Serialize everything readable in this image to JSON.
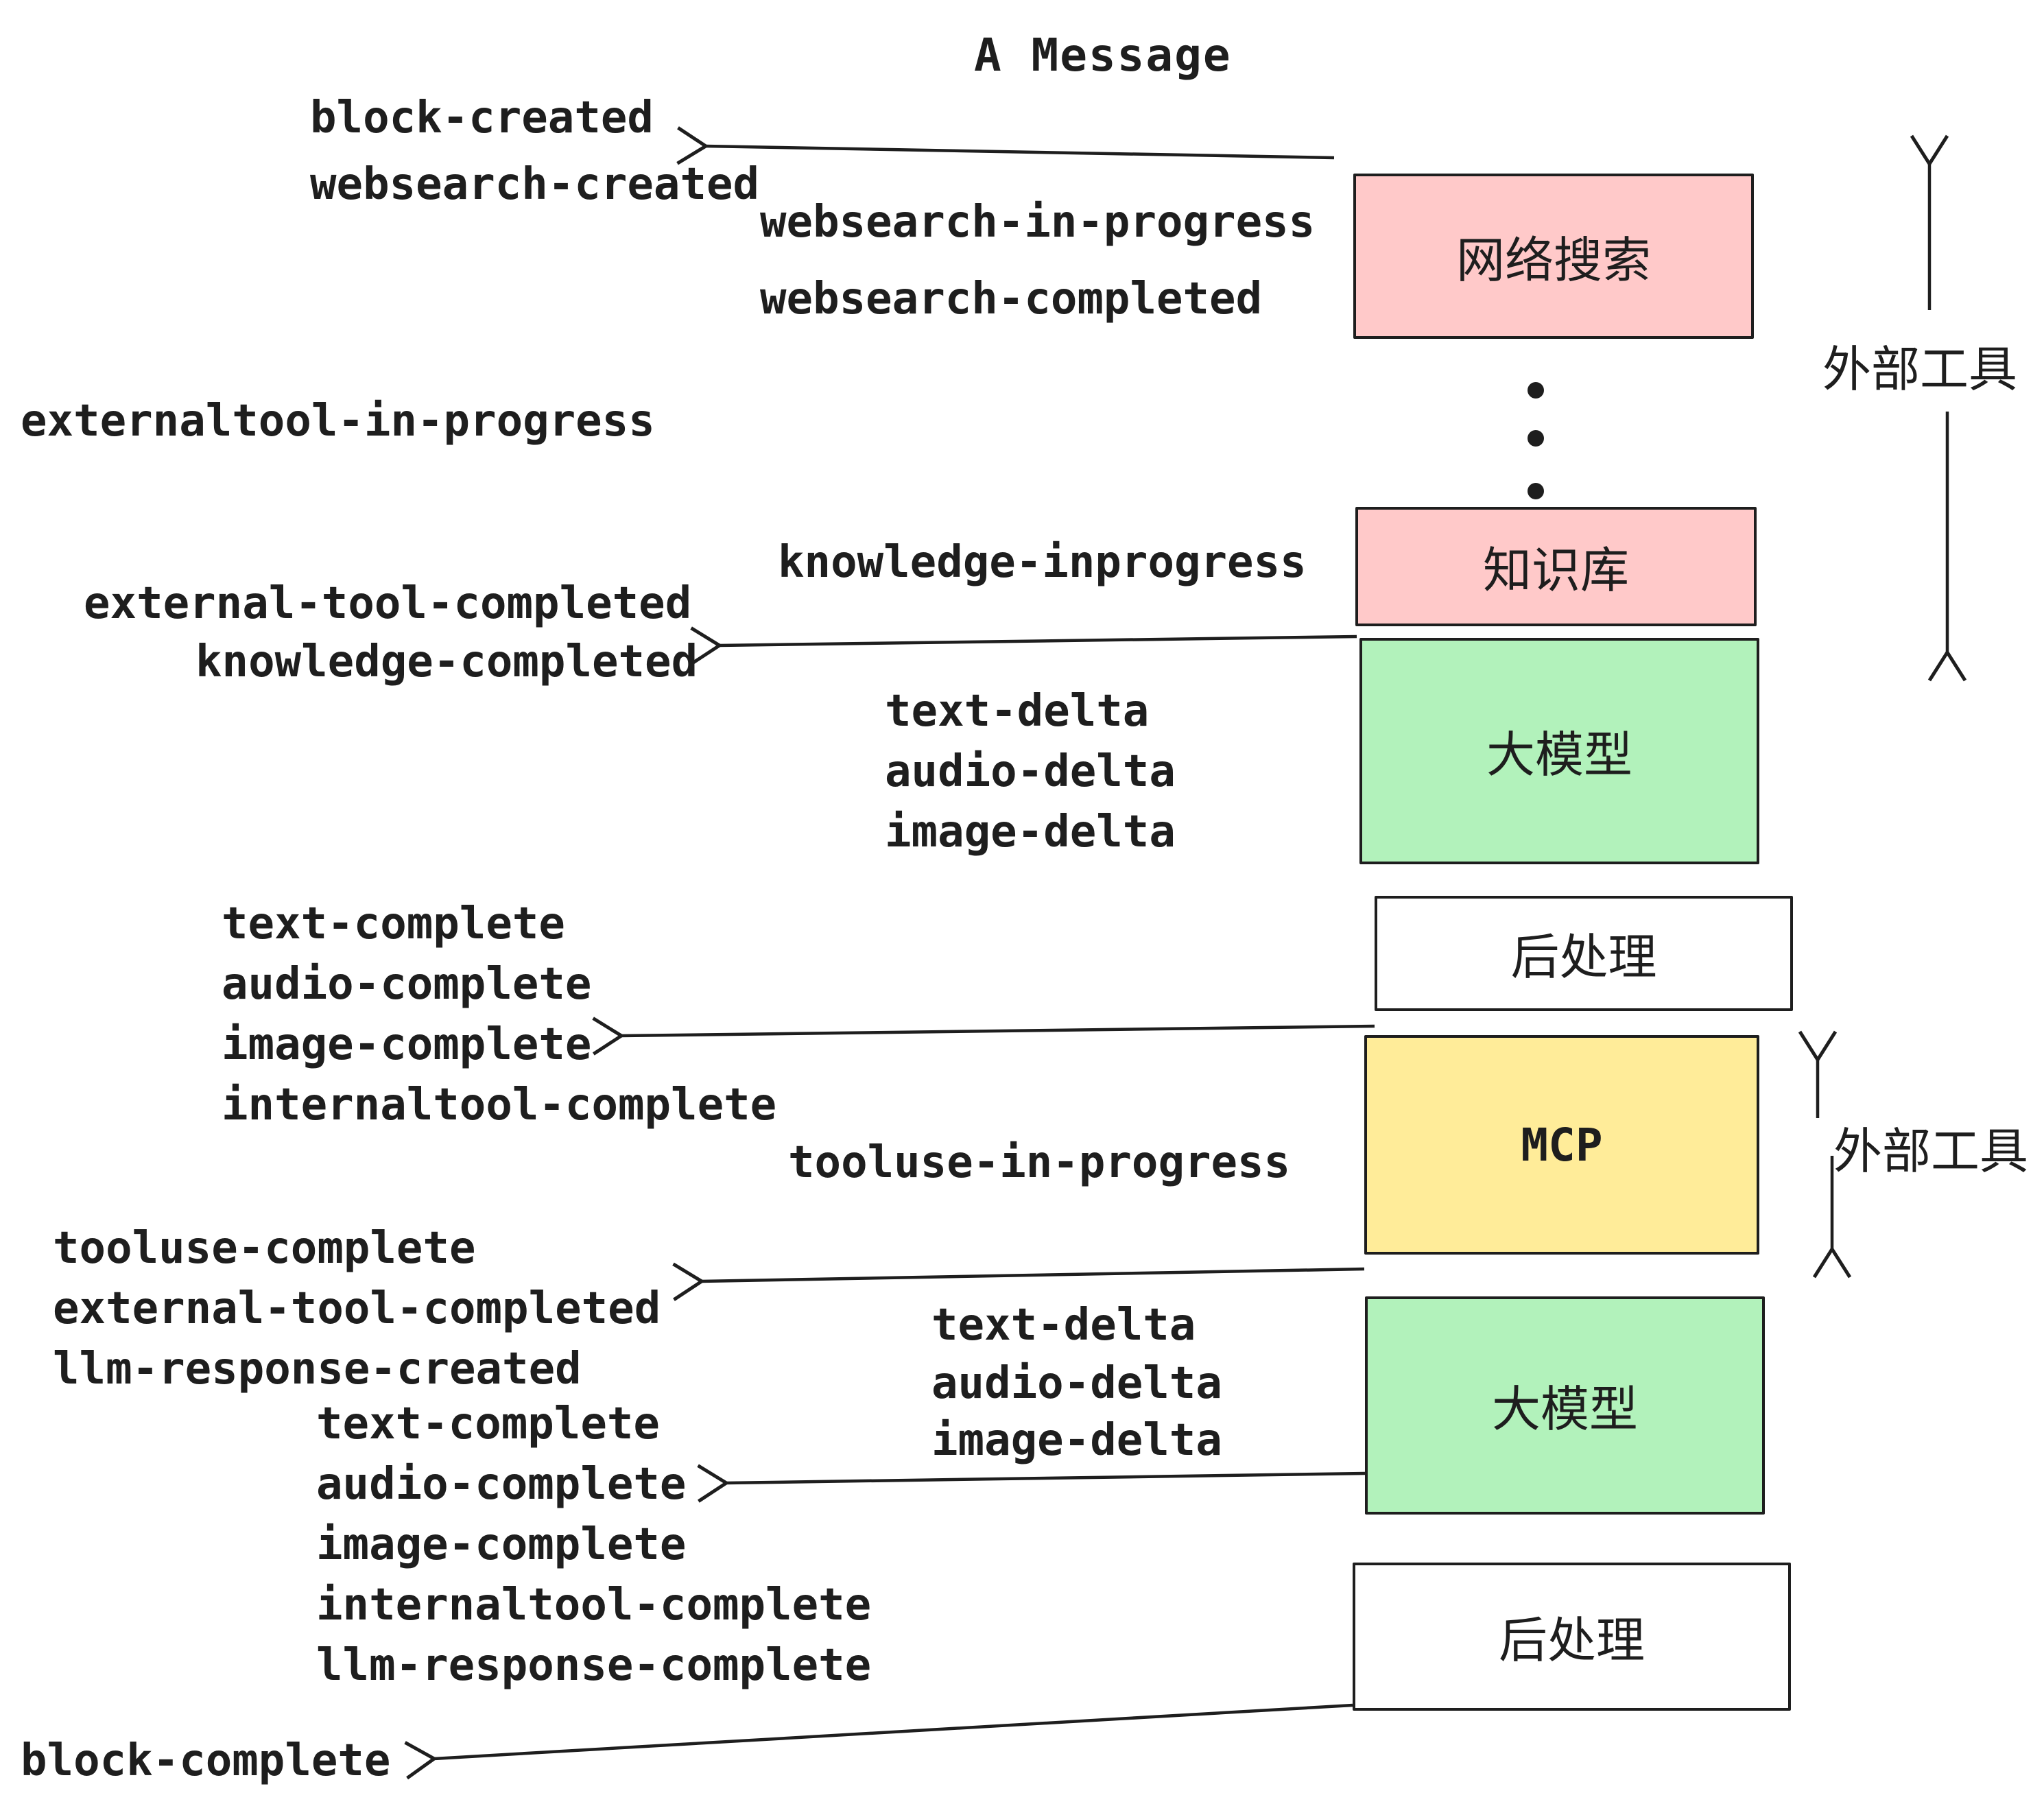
{
  "title": "A Message",
  "colors": {
    "ink": "#1e1e1e",
    "box_pink": "#ffc9c9",
    "box_green": "#b2f2bb",
    "box_yellow": "#ffec99",
    "box_white": "#ffffff"
  },
  "boxes": [
    {
      "id": "websearch",
      "label": "网络搜索",
      "color": "pink"
    },
    {
      "id": "knowledge",
      "label": "知识库",
      "color": "pink"
    },
    {
      "id": "llm-1",
      "label": "大模型",
      "color": "green"
    },
    {
      "id": "postprocess-1",
      "label": "后处理",
      "color": "white"
    },
    {
      "id": "mcp",
      "label": "MCP",
      "color": "yellow"
    },
    {
      "id": "llm-2",
      "label": "大模型",
      "color": "green"
    },
    {
      "id": "postprocess-2",
      "label": "后处理",
      "color": "white"
    }
  ],
  "events": [
    {
      "text": "block-created"
    },
    {
      "text": "websearch-created"
    },
    {
      "text": "websearch-in-progress"
    },
    {
      "text": "websearch-completed"
    },
    {
      "text": "externaltool-in-progress"
    },
    {
      "text": "knowledge-inprogress"
    },
    {
      "text": "external-tool-completed"
    },
    {
      "text": "knowledge-completed"
    },
    {
      "text": "text-delta"
    },
    {
      "text": "audio-delta"
    },
    {
      "text": "image-delta"
    },
    {
      "text": "text-complete"
    },
    {
      "text": "audio-complete"
    },
    {
      "text": "image-complete"
    },
    {
      "text": "internaltool-complete"
    },
    {
      "text": "tooluse-in-progress"
    },
    {
      "text": "tooluse-complete"
    },
    {
      "text": "external-tool-completed"
    },
    {
      "text": "llm-response-created"
    },
    {
      "text": "text-complete"
    },
    {
      "text": "audio-complete"
    },
    {
      "text": "image-complete"
    },
    {
      "text": "internaltool-complete"
    },
    {
      "text": "llm-response-complete"
    },
    {
      "text": "text-delta"
    },
    {
      "text": "audio-delta"
    },
    {
      "text": "image-delta"
    },
    {
      "text": "block-complete"
    }
  ],
  "side_labels": [
    {
      "text": "外部工具"
    },
    {
      "text": "外部工具"
    }
  ]
}
